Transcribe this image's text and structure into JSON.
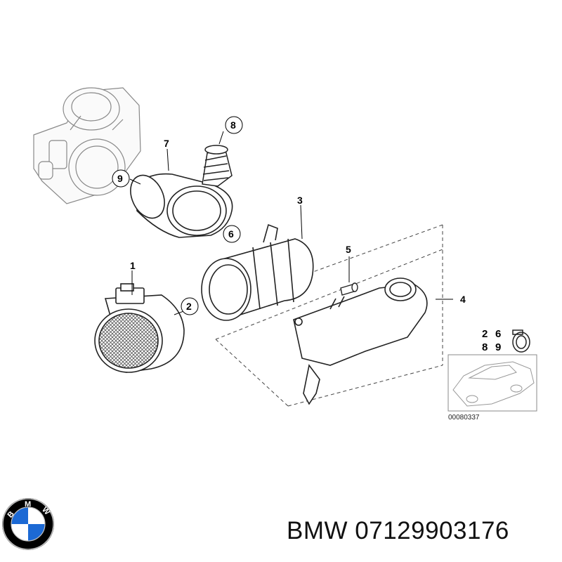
{
  "callouts": {
    "c1": "1",
    "c2": "2",
    "c3": "3",
    "c4": "4",
    "c5": "5",
    "c6": "6",
    "c7": "7",
    "c8": "8",
    "c9": "9"
  },
  "inset": {
    "numbers": [
      "2",
      "6",
      "8",
      "9"
    ],
    "code": "00080337"
  },
  "logo": {
    "letters": [
      "B",
      "M",
      "W"
    ],
    "colors": {
      "ring": "#000000",
      "blue": "#1c69d4",
      "white": "#ffffff"
    }
  },
  "caption": {
    "text": "BMW 07129903176"
  }
}
